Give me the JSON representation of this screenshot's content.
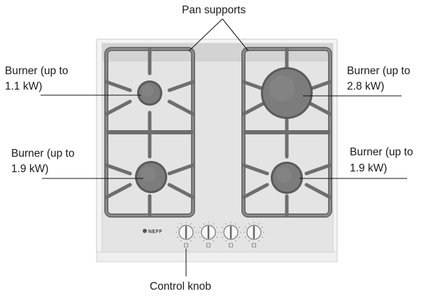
{
  "labels": {
    "pan_supports": "Pan supports",
    "burner_top_left": {
      "line1": "Burner (up to",
      "line2": "1.1 kW)"
    },
    "burner_bottom_left": {
      "line1": "Burner (up to",
      "line2": "1.9 kW)"
    },
    "burner_top_right": {
      "line1": "Burner (up to",
      "line2": "2.8 kW)"
    },
    "burner_bottom_right": {
      "line1": "Burner (up to",
      "line2": "1.9 kW)"
    },
    "control_knob": "Control knob"
  },
  "hob": {
    "brand": "NEFF",
    "knob_count": 4
  },
  "colors": {
    "hob_frame": "#f2f2f2",
    "hob_glass": "#e3e3e3",
    "hob_top_strip": "#d4d4d4",
    "grate": "#6e6e6e",
    "grate_highlight": "#9a9a9a",
    "burner_cap": "#7c7c7c",
    "burner_ring": "#5a5a5a",
    "leader_line": "#111111",
    "text": "#1a1a1a"
  }
}
